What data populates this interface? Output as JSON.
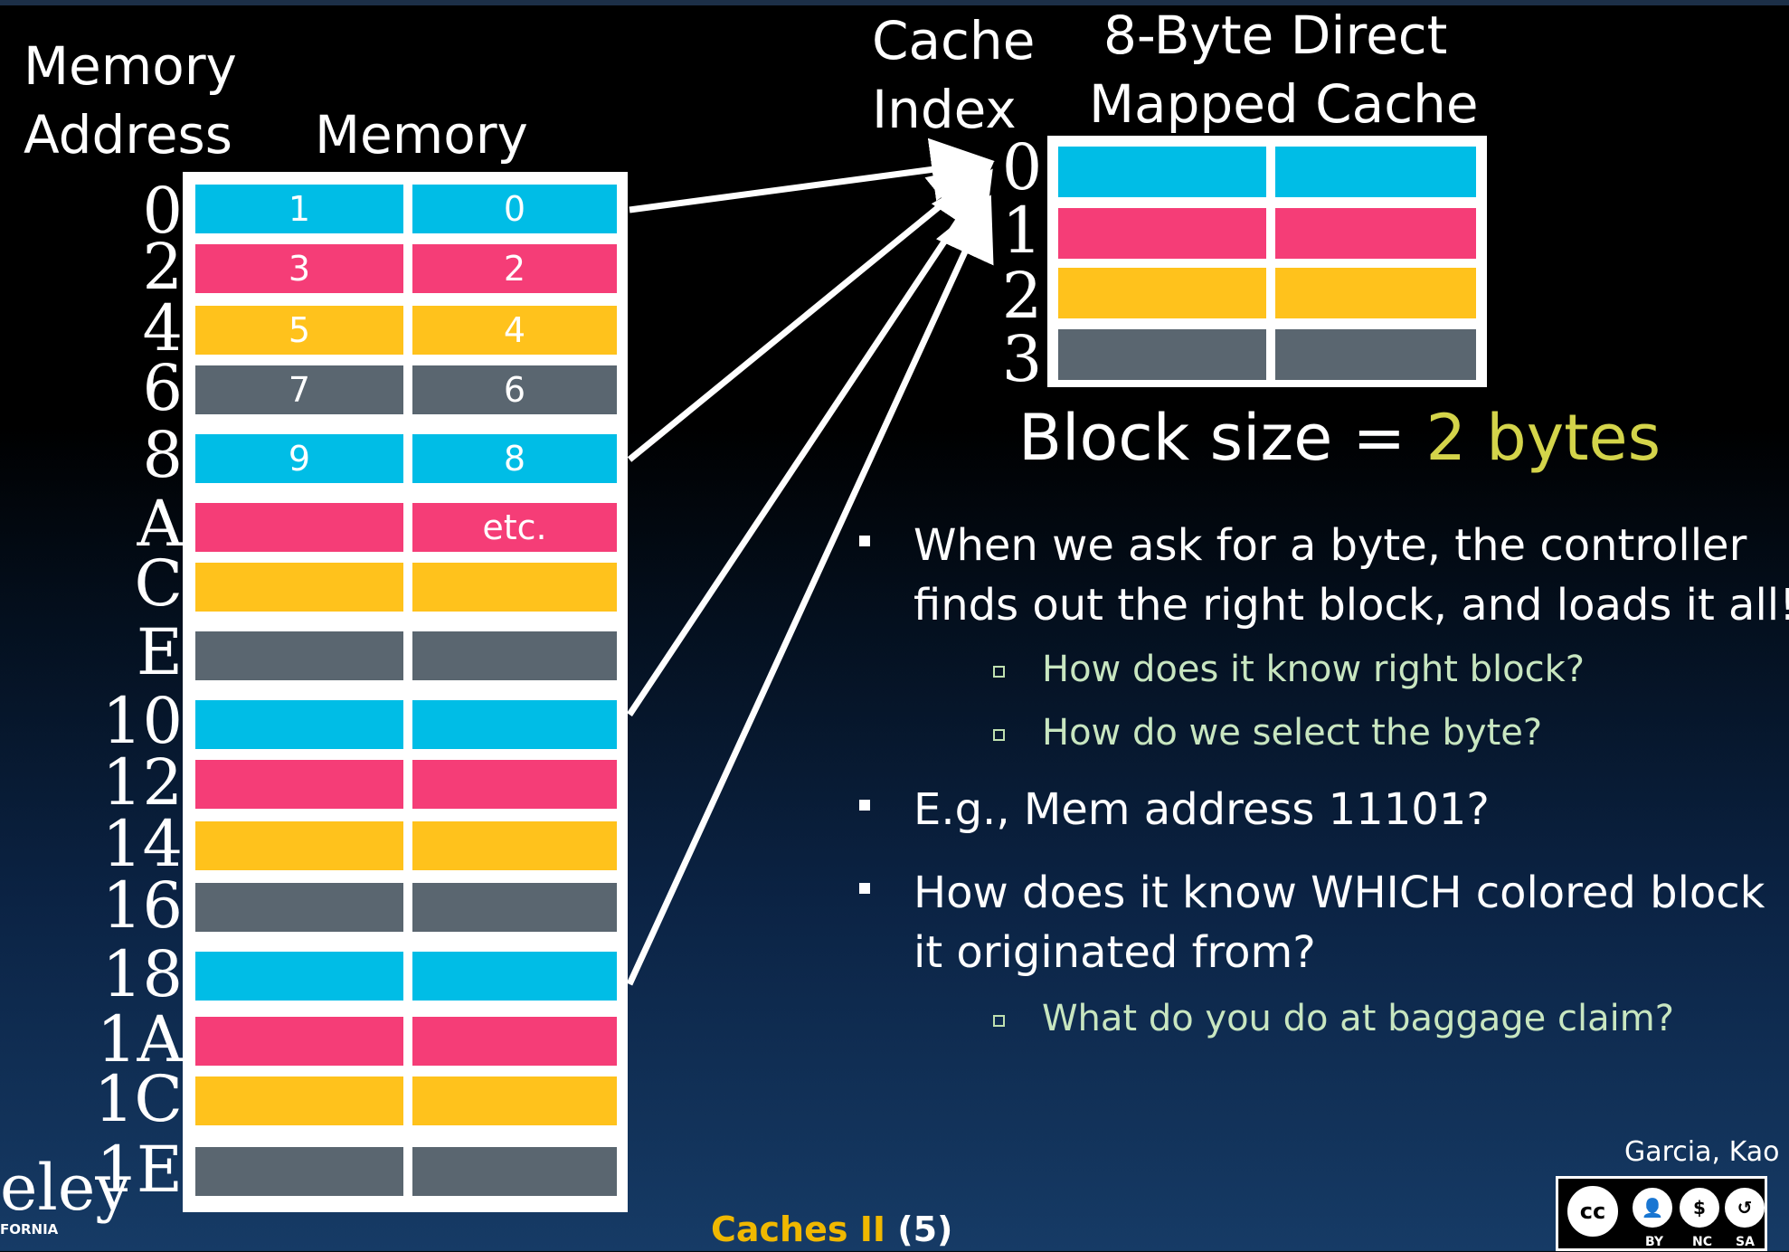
{
  "colors": {
    "blue": "#00bde6",
    "pink": "#f53d77",
    "yellow": "#ffc21c",
    "gray": "#5a6670",
    "accent_yellow": "#d4d44a",
    "footer_gold": "#f0b800",
    "sub_green": "#c8e6c0"
  },
  "labels": {
    "memory_address": [
      "Memory",
      "Address"
    ],
    "memory": "Memory",
    "cache_index": [
      "Cache",
      "Index"
    ],
    "cache_title": [
      "8-Byte Direct",
      "Mapped Cache"
    ],
    "block_size_prefix": "Block size = ",
    "block_size_value": "2 bytes"
  },
  "memory_addresses": [
    "0",
    "2",
    "4",
    "6",
    "8",
    "A",
    "C",
    "E",
    "10",
    "12",
    "14",
    "16",
    "18",
    "1A",
    "1C",
    "1E"
  ],
  "memory_rows": [
    {
      "color": "blue",
      "left": "1",
      "right": "0"
    },
    {
      "color": "pink",
      "left": "3",
      "right": "2"
    },
    {
      "color": "yellow",
      "left": "5",
      "right": "4"
    },
    {
      "color": "gray",
      "left": "7",
      "right": "6"
    },
    {
      "color": "blue",
      "left": "9",
      "right": "8"
    },
    {
      "color": "pink",
      "left": "",
      "right": "etc."
    },
    {
      "color": "yellow",
      "left": "",
      "right": ""
    },
    {
      "color": "gray",
      "left": "",
      "right": ""
    },
    {
      "color": "blue",
      "left": "",
      "right": ""
    },
    {
      "color": "pink",
      "left": "",
      "right": ""
    },
    {
      "color": "yellow",
      "left": "",
      "right": ""
    },
    {
      "color": "gray",
      "left": "",
      "right": ""
    },
    {
      "color": "blue",
      "left": "",
      "right": ""
    },
    {
      "color": "pink",
      "left": "",
      "right": ""
    },
    {
      "color": "yellow",
      "left": "",
      "right": ""
    },
    {
      "color": "gray",
      "left": "",
      "right": ""
    }
  ],
  "cache_indices": [
    "0",
    "1",
    "2",
    "3"
  ],
  "cache_rows": [
    "blue",
    "pink",
    "yellow",
    "gray"
  ],
  "bullets": [
    {
      "text": [
        " When we ask for a byte, the controller",
        "finds out the right block, and loads it all!"
      ],
      "subs": [
        "How does it know right block?",
        "How do we select the byte?"
      ]
    },
    {
      "text": [
        "E.g., Mem address 11101?"
      ],
      "subs": []
    },
    {
      "text": [
        "How does it know WHICH colored block",
        "it originated from?"
      ],
      "subs": [
        "What do you do at baggage claim?"
      ]
    }
  ],
  "footer": {
    "title": "Caches II",
    "page": "(5)",
    "author": "Garcia, Kao"
  },
  "logo": {
    "main": "eley",
    "sub": "FORNIA"
  },
  "cc_license": {
    "labels": [
      "BY",
      "NC",
      "SA"
    ],
    "mark": "cc"
  }
}
